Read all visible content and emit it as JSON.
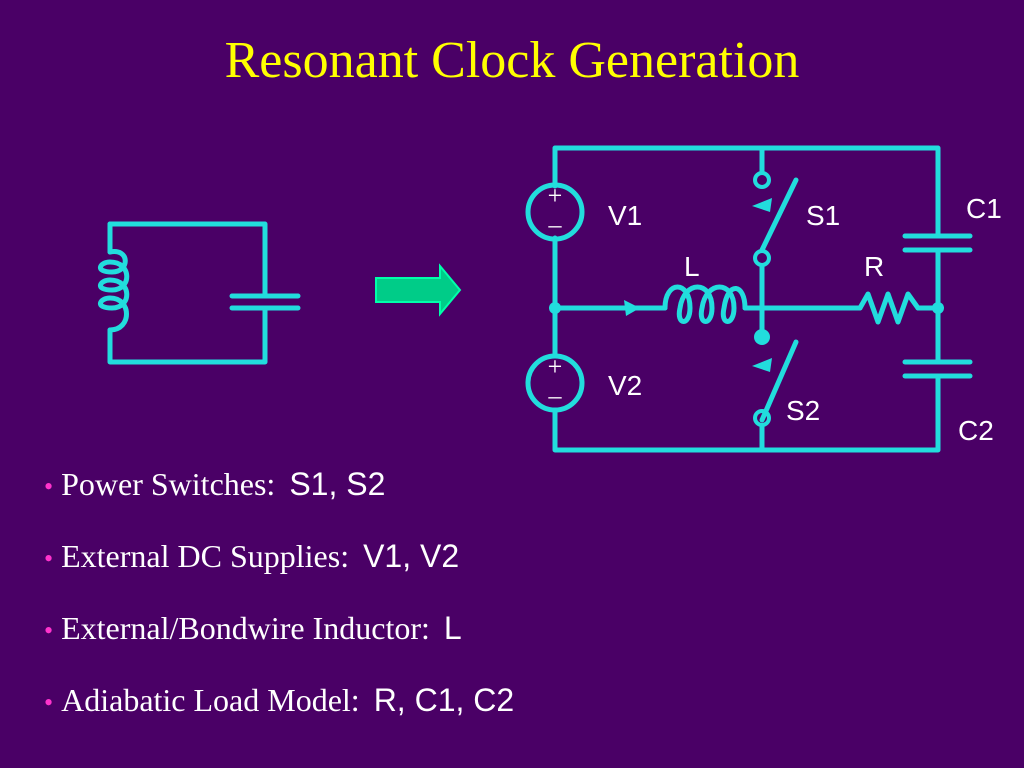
{
  "title": "Resonant Clock Generation",
  "circuit": {
    "labels": {
      "v1": "V1",
      "v2": "V2",
      "s1": "S1",
      "s2": "S2",
      "l": "L",
      "r": "R",
      "c1": "C1",
      "c2": "C2",
      "plus": "+",
      "minus": "–"
    }
  },
  "bullets": [
    {
      "label": "Power Switches:",
      "value": "S1, S2"
    },
    {
      "label": "External DC Supplies:",
      "value": "V1, V2"
    },
    {
      "label": "External/Bondwire Inductor:",
      "value": "L"
    },
    {
      "label": "Adiabatic Load Model:",
      "value": "R, C1, C2"
    }
  ],
  "colors": {
    "background": "#4a0066",
    "title": "#ffff00",
    "wire": "#22dddd",
    "arrow": "#00cc88",
    "bullet": "#ff33cc",
    "text": "#ffffff"
  }
}
